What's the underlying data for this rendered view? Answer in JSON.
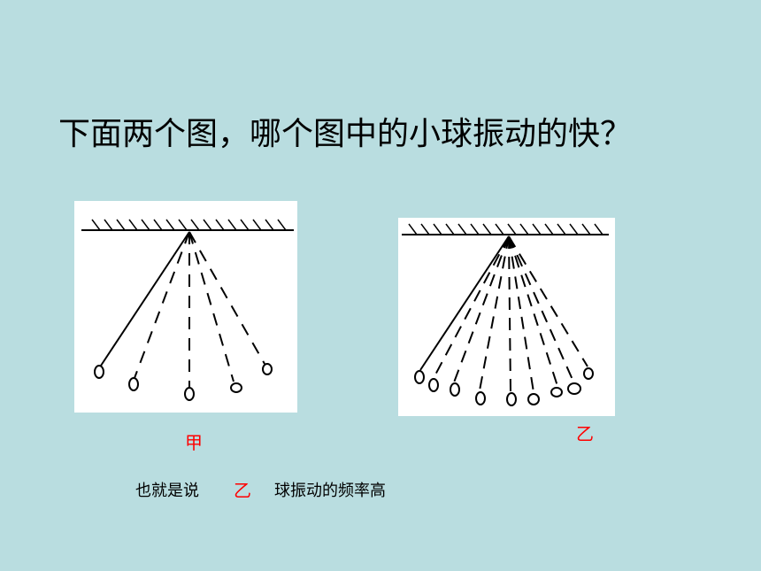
{
  "question": "下面两个图，哪个图中的小球振动的快？",
  "figures": {
    "a": {
      "label": "甲",
      "swing_positions": 5
    },
    "b": {
      "label": "乙",
      "swing_positions": 9
    }
  },
  "answer": {
    "prefix": "也就是说",
    "blank": "乙",
    "suffix": "球振动的频率高"
  },
  "colors": {
    "background": "#b9dde0",
    "accent": "#ff0000"
  }
}
